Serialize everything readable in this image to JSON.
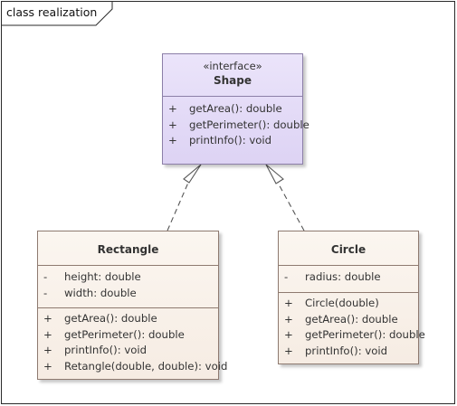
{
  "frame": {
    "title": "class realization"
  },
  "interface_shape": {
    "stereotype": "«interface»",
    "name": "Shape",
    "operations": [
      {
        "vis": "+",
        "text": "getArea(): double"
      },
      {
        "vis": "+",
        "text": "getPerimeter(): double"
      },
      {
        "vis": "+",
        "text": "printInfo(): void"
      }
    ]
  },
  "class_rectangle": {
    "name": "Rectangle",
    "attributes": [
      {
        "vis": "-",
        "text": "height: double"
      },
      {
        "vis": "-",
        "text": "width: double"
      }
    ],
    "operations": [
      {
        "vis": "+",
        "text": "getArea(): double"
      },
      {
        "vis": "+",
        "text": "getPerimeter(): double"
      },
      {
        "vis": "+",
        "text": "printInfo(): void"
      },
      {
        "vis": "+",
        "text": "Retangle(double, double): void"
      }
    ]
  },
  "class_circle": {
    "name": "Circle",
    "attributes": [
      {
        "vis": "-",
        "text": "radius: double"
      }
    ],
    "operations": [
      {
        "vis": "+",
        "text": "Circle(double)"
      },
      {
        "vis": "+",
        "text": "getArea(): double"
      },
      {
        "vis": "+",
        "text": "getPerimeter(): double"
      },
      {
        "vis": "+",
        "text": "printInfo(): void"
      }
    ]
  },
  "colors": {
    "interface_fill": "#e6def8",
    "class_fill": "#f8efe6",
    "class_border": "#8e7a70",
    "connector": "#555555"
  }
}
